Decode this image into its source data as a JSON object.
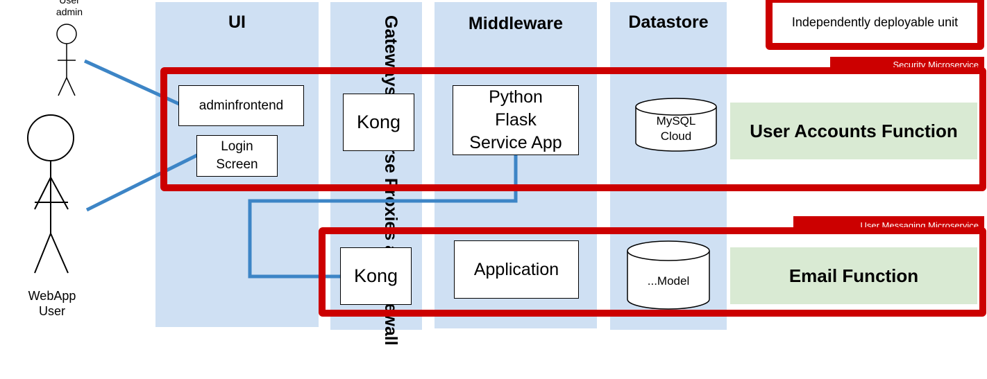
{
  "actors": {
    "admin": {
      "label": "User\nadmin"
    },
    "webapp": {
      "label": "WebApp\nUser"
    }
  },
  "lanes": {
    "ui": "UI",
    "gateway": "Gateways, Reverse Proxies and Firewall",
    "middleware": "Middleware",
    "datastore": "Datastore"
  },
  "legend": {
    "label": "Independently deployable unit"
  },
  "security_microservice": {
    "tab_label": "Security Microservice",
    "adminfrontend": "adminfrontend",
    "login_screen": "Login\nScreen",
    "kong": "Kong",
    "app": "Python\nFlask\nService App",
    "db": "MySQL\nCloud",
    "function": "User Accounts Function"
  },
  "messaging_microservice": {
    "tab_label": "User Messaging Microservice",
    "kong": "Kong",
    "app": "Application",
    "db": "...Model",
    "function": "Email Function"
  },
  "colors": {
    "lane": "#cfe0f3",
    "frame_red": "#cc0000",
    "function_green": "#d9ead3",
    "connector_blue": "#3d85c6"
  }
}
